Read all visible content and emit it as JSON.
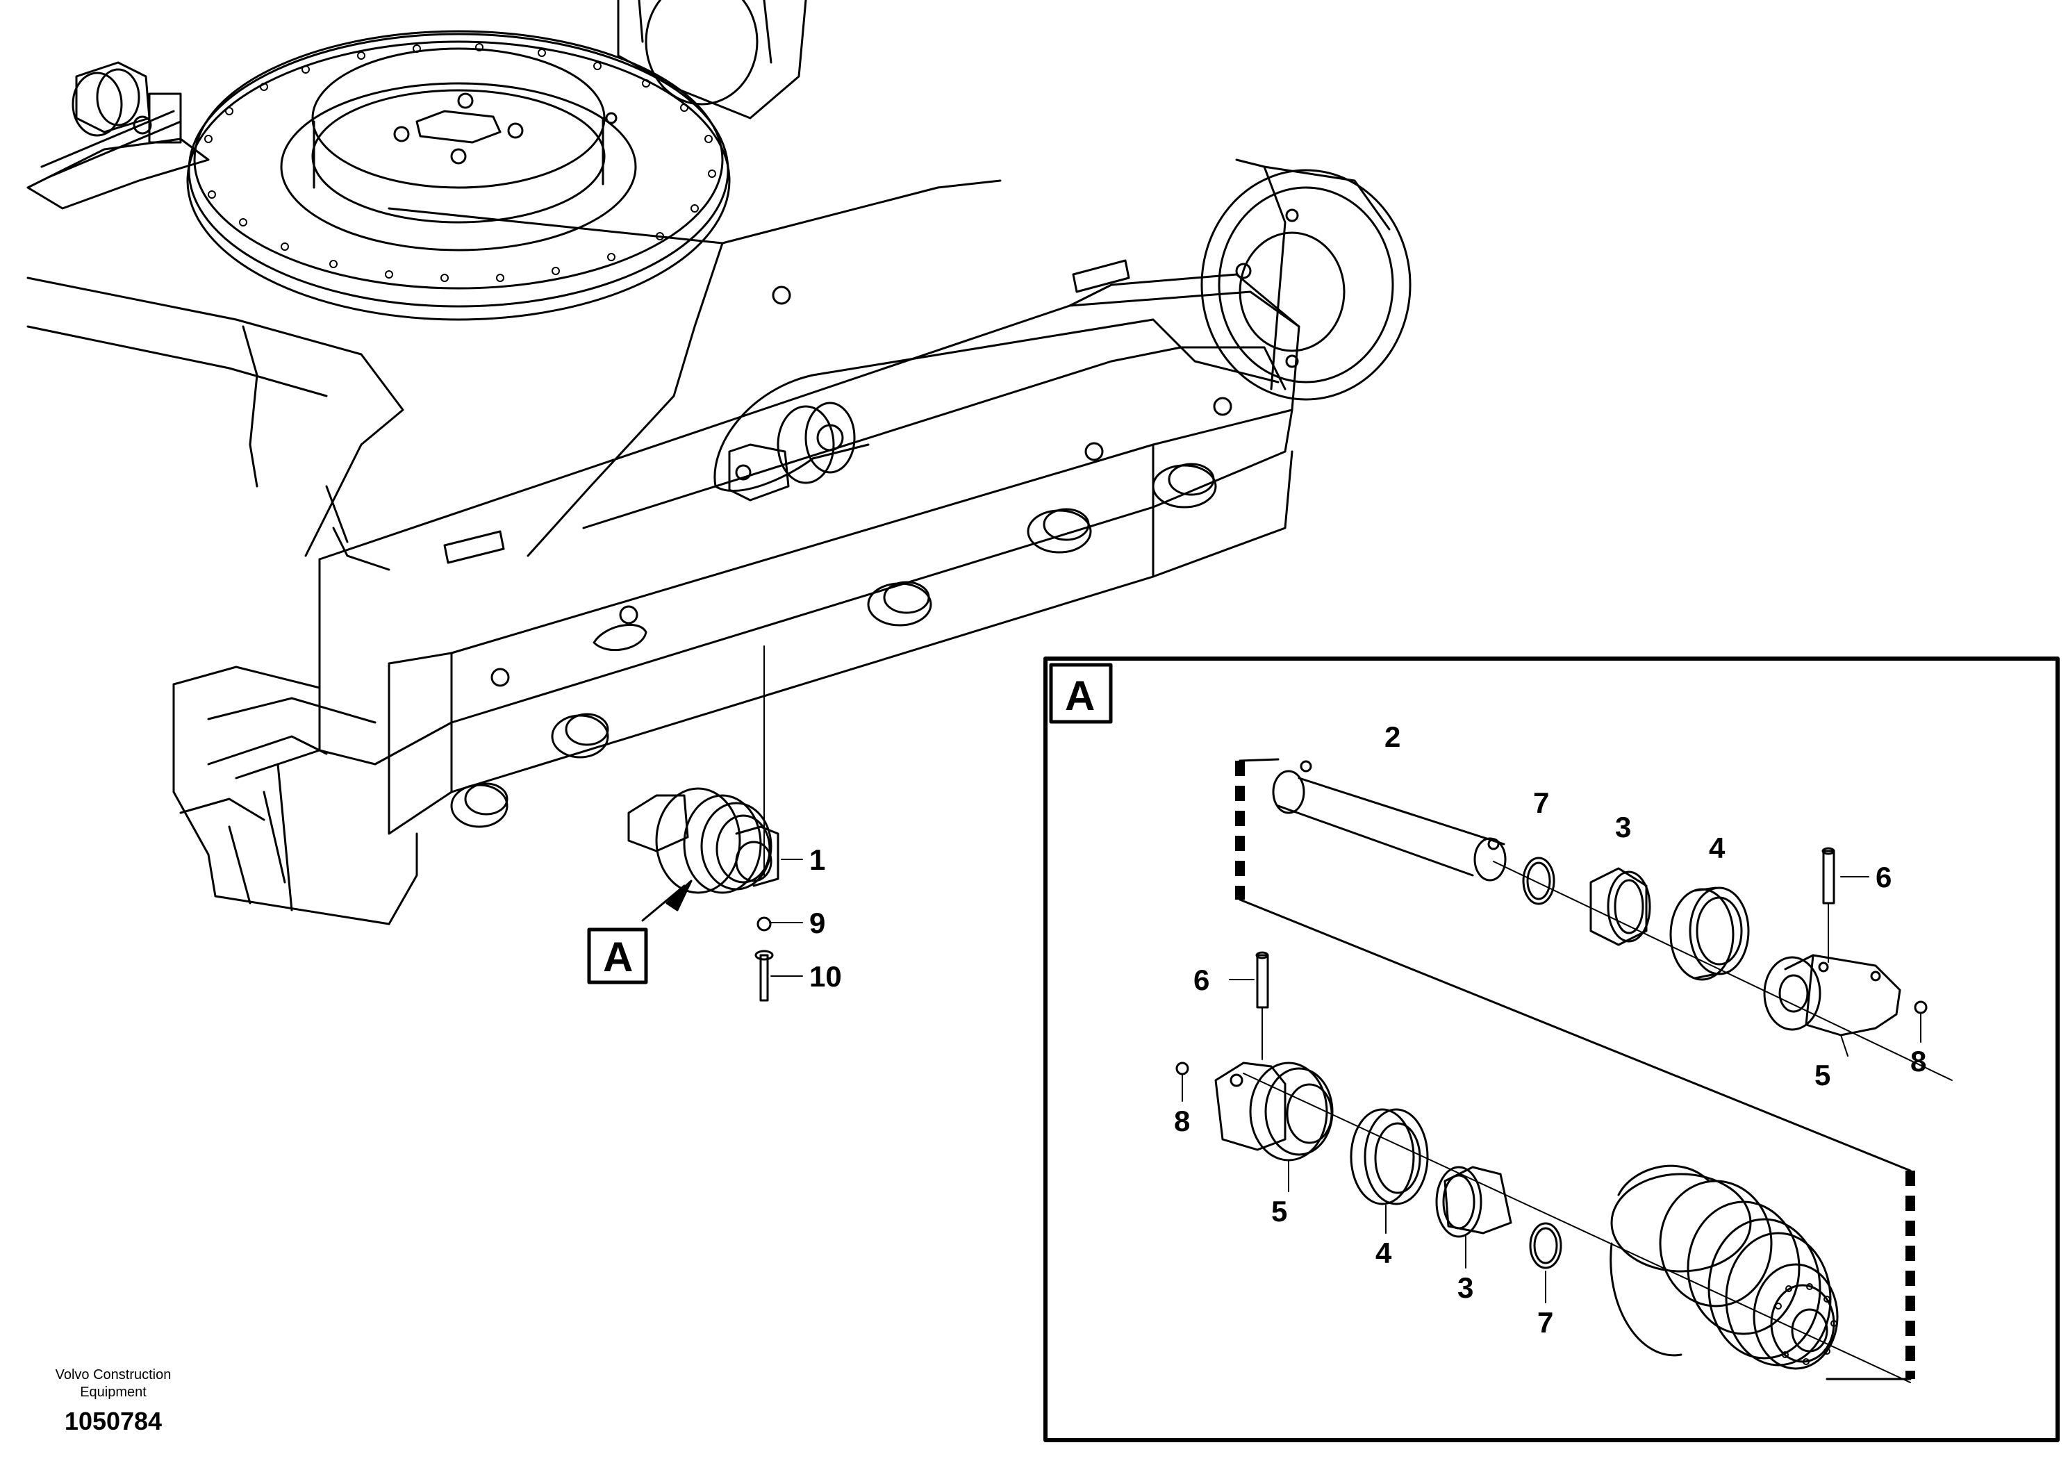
{
  "callouts": {
    "main": {
      "n1": "1",
      "n9": "9",
      "n10": "10",
      "boxA": "A"
    },
    "detail": {
      "boxA": "A",
      "n2": "2",
      "n7a": "7",
      "n3a": "3",
      "n4a": "4",
      "n6a": "6",
      "n8a": "8",
      "n5a": "5",
      "n6b": "6",
      "n8b": "8",
      "n5b": "5",
      "n4b": "4",
      "n3b": "3",
      "n7b": "7"
    }
  },
  "footer": {
    "line1": "Volvo Construction",
    "line2": "Equipment",
    "number": "1050784"
  }
}
